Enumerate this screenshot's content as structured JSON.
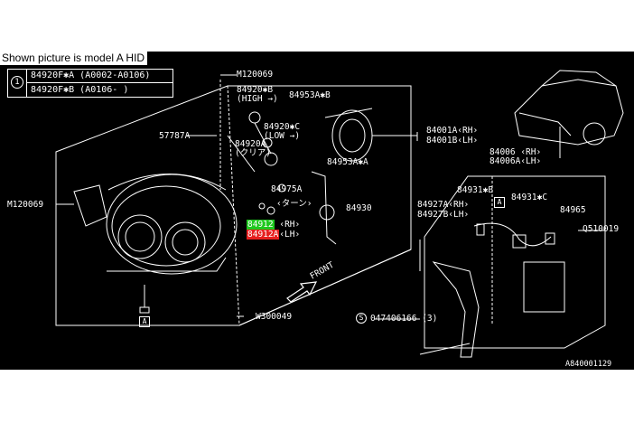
{
  "caption": "Shown picture is model A HID",
  "table": {
    "index": "1",
    "row1": "84920F✱A (A0002-A0106)",
    "row2": "84920F✱B (A0106-     )"
  },
  "labels": {
    "m120069_top": "M120069",
    "p84920B": "84920✱B",
    "p84920B_note": "(HIGH →)",
    "p84953AB": "84953A✱B",
    "p84001A": "84001A‹RH›",
    "p84001B": "84001B‹LH›",
    "p57787A": "57787A",
    "p84920C": "84920✱C",
    "p84920C_note": "(LOW →)",
    "p84920A": "84920A",
    "p84920A_note": "(クリア)",
    "p84953AA": "84953A✱A",
    "p84006": "84006 ‹RH›",
    "p84006A": "84006A‹LH›",
    "p84975A": "84975A",
    "turn_note": "‹ターン›",
    "p84931B": "84931✱B",
    "p84931C": "84931✱C",
    "m120069_left": "M120069",
    "p84930": "84930",
    "p84927A": "84927A‹RH›",
    "p84927B": "84927B‹LH›",
    "p84965": "84965",
    "p84912_rh_code": "84912",
    "p84912_rh_side": "‹RH›",
    "p84912_lh_code": "84912A",
    "p84912_lh_side": "‹LH›",
    "q510019": "Q510019",
    "front": "FRONT",
    "w300049": "W300049",
    "s047406166": "047406166 (3)",
    "s_symbol": "S",
    "box_a": "A",
    "drawing_no": "A840001129"
  },
  "colors": {
    "background": "#000000",
    "line": "#ffffff",
    "highlight_rh": "#1ec81e",
    "highlight_lh": "#e61e1e"
  }
}
